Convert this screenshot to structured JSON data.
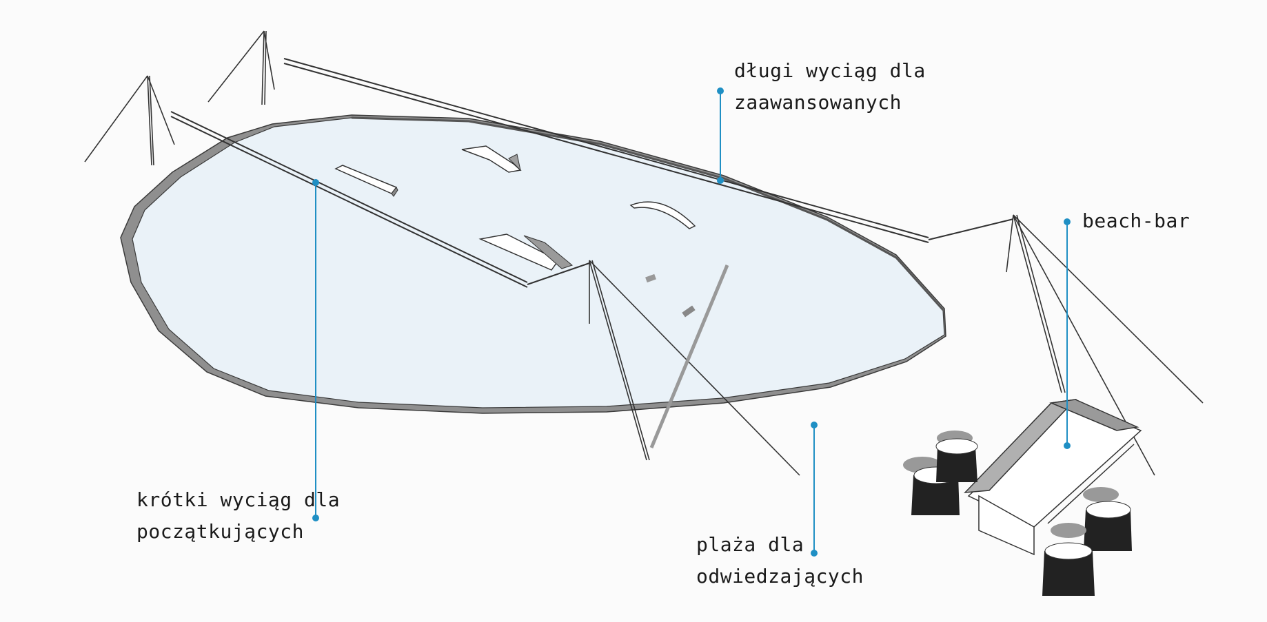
{
  "labels": {
    "long_lift": {
      "line1": "długi wyciąg dla",
      "line2": "zaawansowanych"
    },
    "beach_bar": {
      "line1": "beach-bar"
    },
    "short_lift": {
      "line1": "krótki wyciąg dla",
      "line2": "początkujących"
    },
    "visitor_beach": {
      "line1": "plaża dla",
      "line2": "odwiedzających"
    }
  },
  "colors": {
    "leader": "#1f8fc4",
    "water": "#eaf2f8",
    "line": "#333333",
    "shadow": "#8d8d8d"
  }
}
